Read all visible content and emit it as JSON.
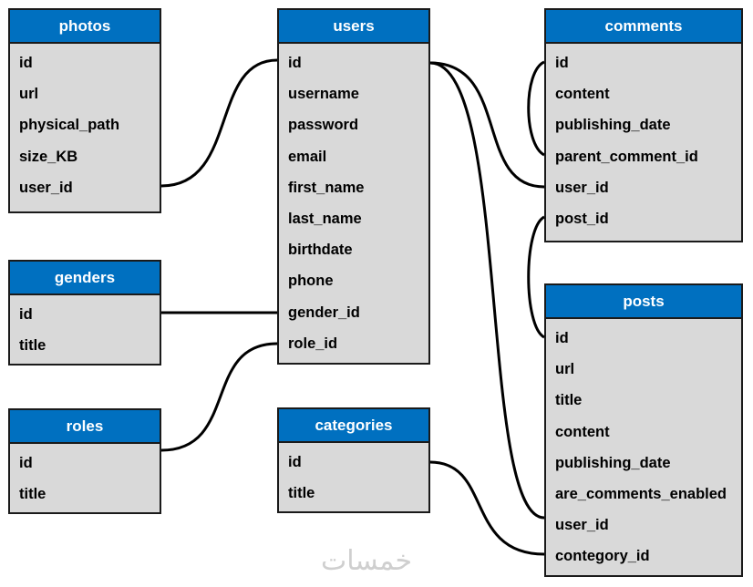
{
  "tables": [
    {
      "id": "photos",
      "title": "photos",
      "fields": [
        "id",
        "url",
        "physical_path",
        "size_KB",
        "user_id"
      ]
    },
    {
      "id": "users",
      "title": "users",
      "fields": [
        "id",
        "username",
        "password",
        "email",
        "first_name",
        "last_name",
        "birthdate",
        "phone",
        "gender_id",
        "role_id"
      ]
    },
    {
      "id": "comments",
      "title": "comments",
      "fields": [
        "id",
        "content",
        "publishing_date",
        "parent_comment_id",
        "user_id",
        "post_id"
      ]
    },
    {
      "id": "genders",
      "title": "genders",
      "fields": [
        "id",
        "title"
      ]
    },
    {
      "id": "roles",
      "title": "roles",
      "fields": [
        "id",
        "title"
      ]
    },
    {
      "id": "categories",
      "title": "categories",
      "fields": [
        "id",
        "title"
      ]
    },
    {
      "id": "posts",
      "title": "posts",
      "fields": [
        "id",
        "url",
        "title",
        "content",
        "publishing_date",
        "are_comments_enabled",
        "user_id",
        "contegory_id"
      ]
    }
  ],
  "relations": [
    {
      "from": "photos.user_id",
      "to": "users.id"
    },
    {
      "from": "genders.id",
      "to": "users.gender_id"
    },
    {
      "from": "roles.id",
      "to": "users.role_id"
    },
    {
      "from": "users.id",
      "to": "comments.user_id"
    },
    {
      "from": "users.id",
      "to": "posts.user_id"
    },
    {
      "from": "comments.id",
      "to": "comments.parent_comment_id"
    },
    {
      "from": "comments.post_id",
      "to": "posts.id"
    },
    {
      "from": "categories.id",
      "to": "posts.contegory_id"
    }
  ],
  "watermark": "خمسات",
  "colors": {
    "header": "#0070c0",
    "body": "#d9d9d9",
    "border": "#1a1a1a",
    "line": "#000000"
  }
}
